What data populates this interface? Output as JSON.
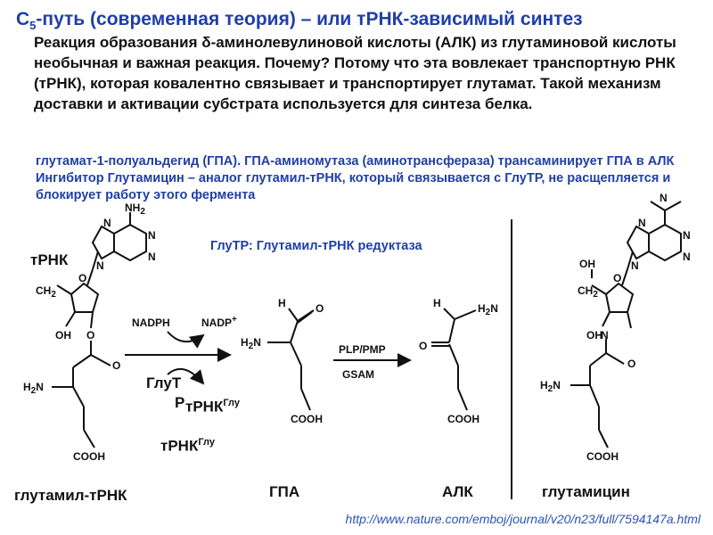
{
  "header": {
    "title_prefix": "С",
    "title_sub": "5",
    "title_rest": "-путь (современная теория) – или тРНК-зависимый синтез"
  },
  "intro_text": "Реакция образования δ-аминолевулиновой кислоты (АЛК) из глутаминовой кислоты необычная и важная реакция. Почему? Потому что эта вовлекает транспортную РНК (тРНК), которая ковалентно связывает и транспортирует глутамат. Такой механизм доставки и активации субстрата используется для синтеза белка.",
  "note_text": "глутамат-1-полуальдегид (ГПА). ГПА-аминомутаза (аминотрансфераза) трансаминирует ГПА в АЛК Ингибитор Глутамицин – аналог глутамил-тРНК, который связывается с ГлуТР, не расщепляется и блокирует работу этого фермента",
  "enzyme_label": "ГлуТР: Глутамил-тРНК редуктаза",
  "labels": {
    "trna": "тРНК",
    "glut": "ГлуТ",
    "r": "Р",
    "trna_glu_1": "тРНК",
    "trna_glu_2": "тРНК",
    "glu_sup": "Глу",
    "glutamyl_trna": "глутамил-тРНК",
    "gpa": "ГПА",
    "alk": "АЛК",
    "glutamicin": "глутамицин"
  },
  "chem": {
    "nh2": "NH",
    "nh2_sub": "2",
    "n": "N",
    "o": "O",
    "oh": "OH",
    "ch2": "CH",
    "ch2_sub": "2",
    "h2n": "H",
    "h2n_n": "N",
    "cooh": "COOH",
    "h": "H",
    "nadph": "NADPH",
    "nadp": "NADP",
    "nadp_sup": "+",
    "plp_pmp": "PLP/PMP",
    "gsam": "GSAM",
    "me_n": "N"
  },
  "footer_url": "http://www.nature.com/emboj/journal/v20/n23/full/7594147a.html"
}
